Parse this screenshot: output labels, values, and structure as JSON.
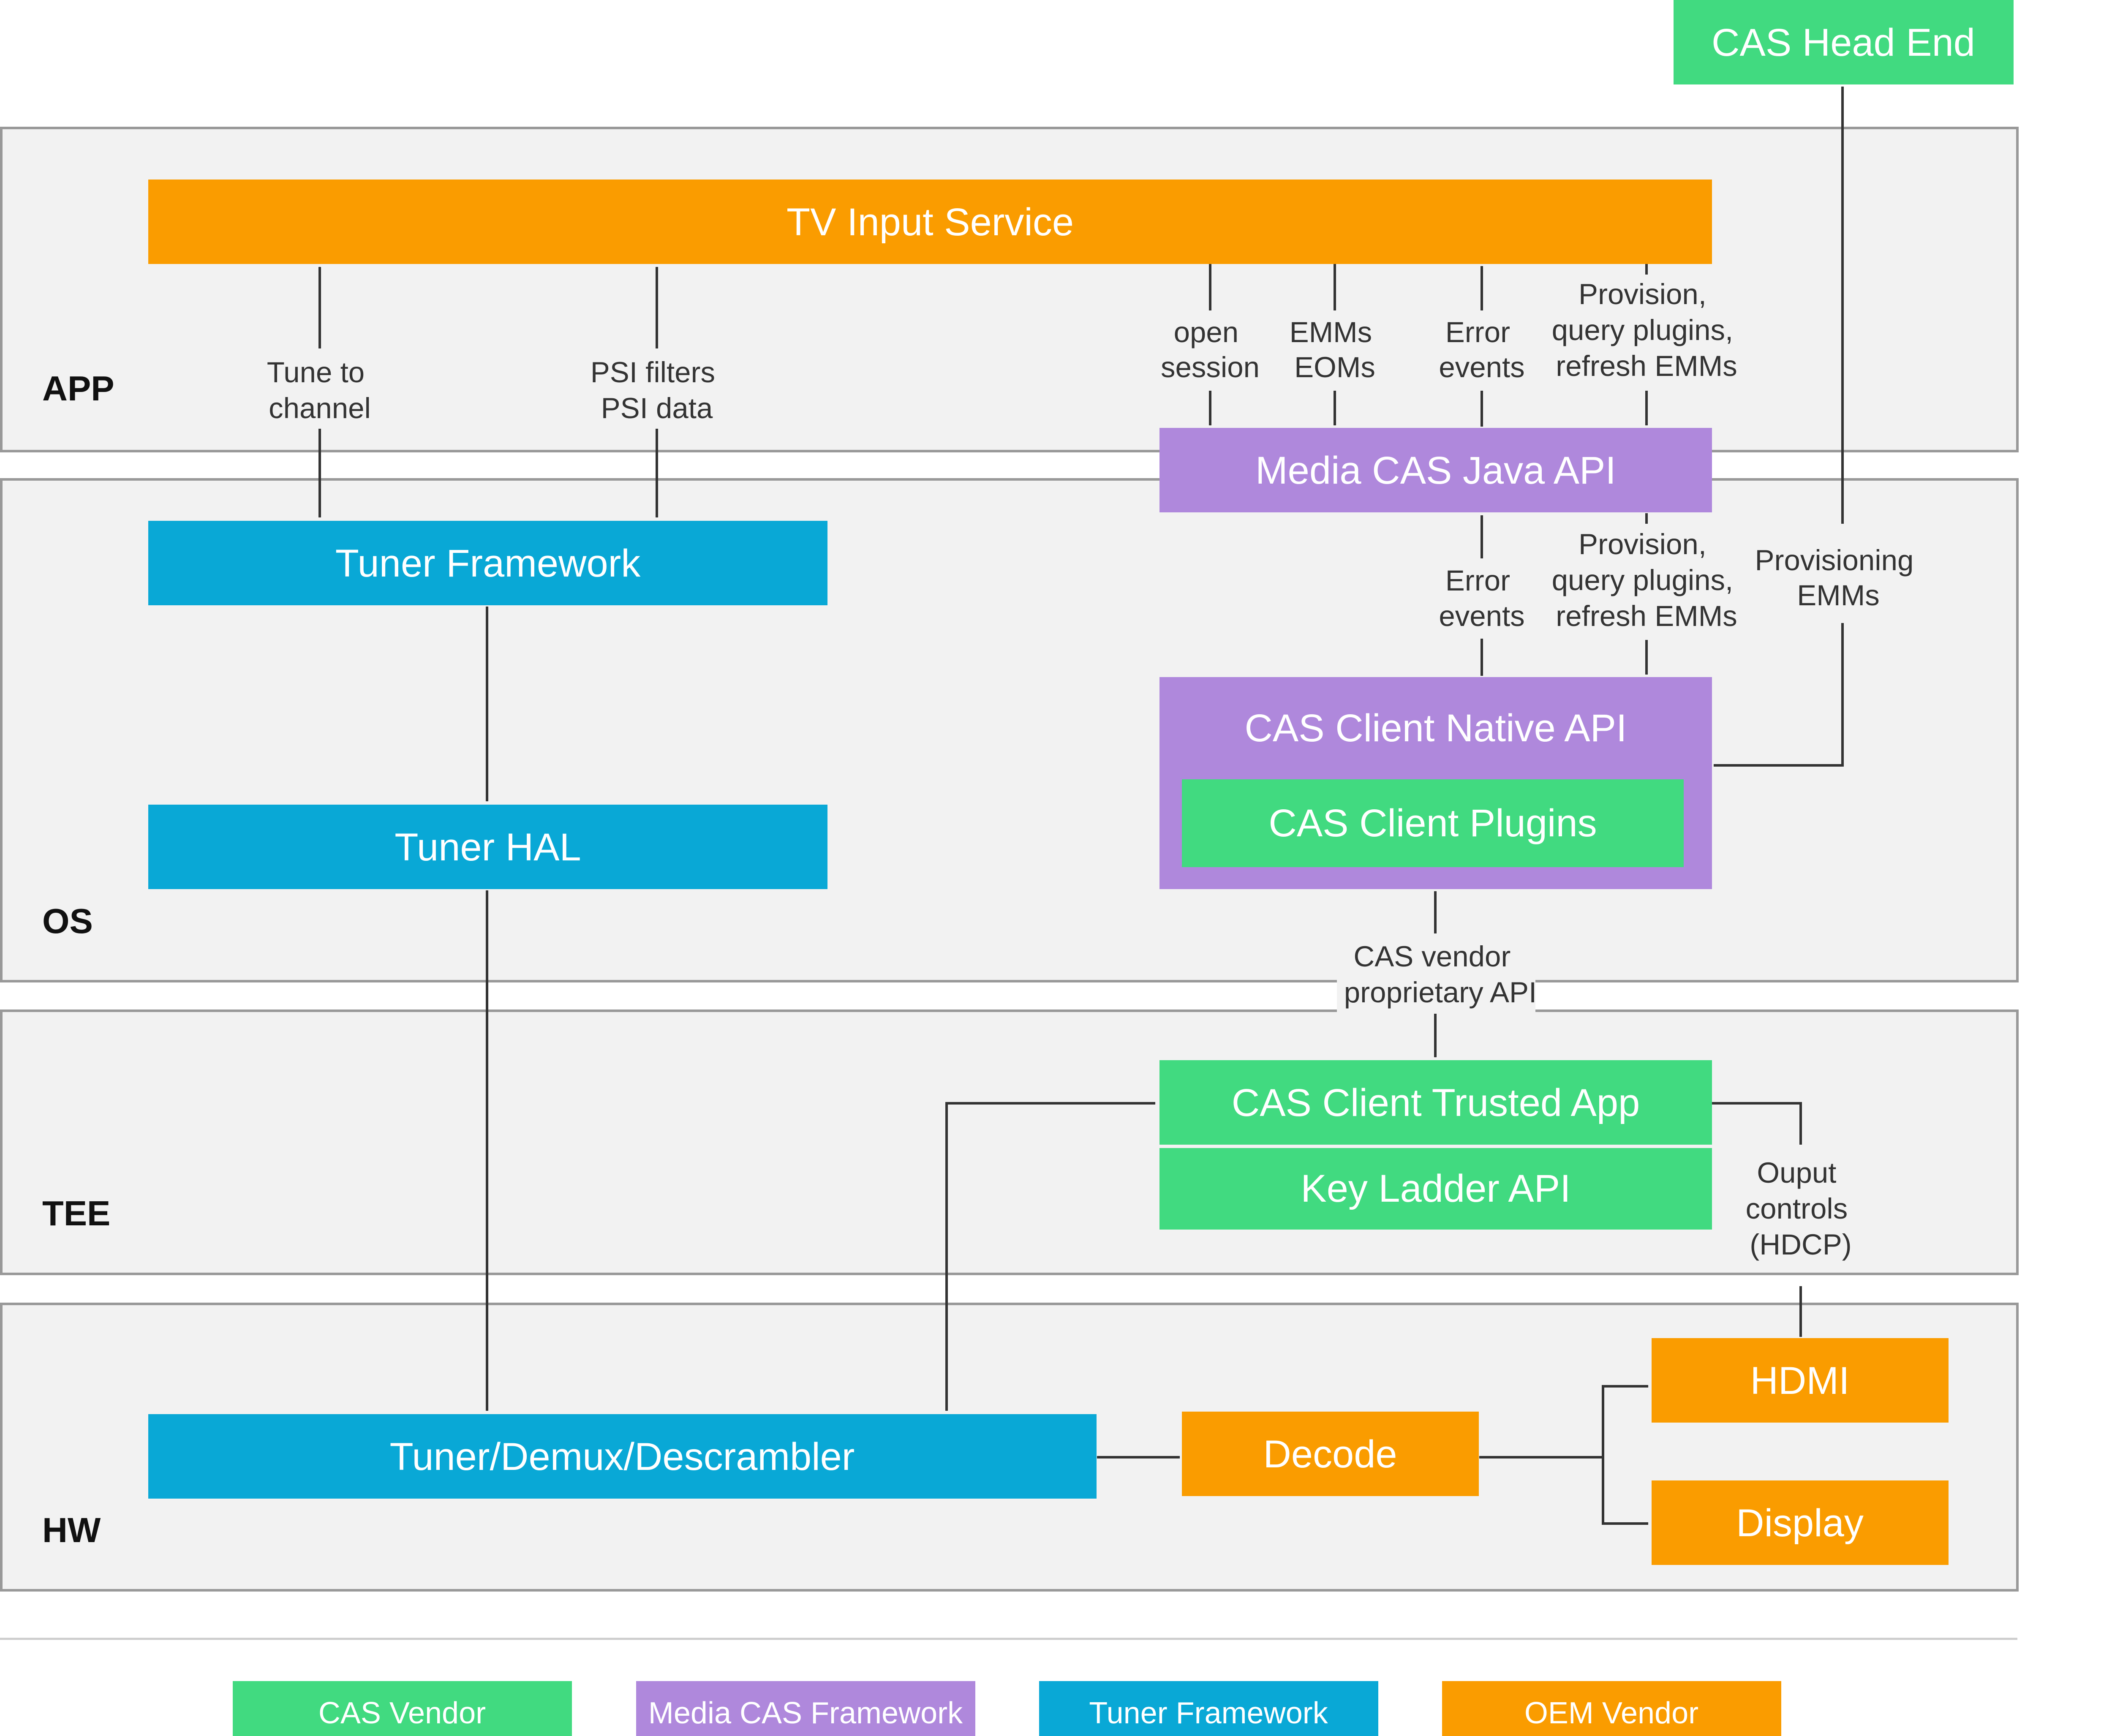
{
  "colors": {
    "cas_vendor": "#41da80",
    "media_cas": "#af88dc",
    "tuner": "#09a8d6",
    "oem": "#fa9c00"
  },
  "layers": {
    "app": "APP",
    "os": "OS",
    "tee": "TEE",
    "hw": "HW"
  },
  "boxes": {
    "cas_head_end": "CAS Head End",
    "tv_input_service": "TV Input Service",
    "media_cas_java_api": "Media CAS Java API",
    "tuner_framework": "Tuner Framework",
    "cas_client_native_api": "CAS Client Native API",
    "cas_client_plugins": "CAS Client Plugins",
    "tuner_hal": "Tuner HAL",
    "cas_client_trusted_app": "CAS Client Trusted App",
    "key_ladder_api": "Key Ladder API",
    "tuner_demux_descrambler": "Tuner/Demux/Descrambler",
    "decode": "Decode",
    "hdmi": "HDMI",
    "display": "Display"
  },
  "edges": {
    "tune_to_channel": [
      "Tune to",
      "channel"
    ],
    "psi": [
      "PSI filters",
      "PSI data"
    ],
    "open_session": [
      "open",
      "session"
    ],
    "emms_eoms": [
      "EMMs",
      "EOMs"
    ],
    "error_events_app": [
      "Error",
      "events"
    ],
    "provision_app": [
      "Provision,",
      "query plugins,",
      "refresh EMMs"
    ],
    "error_events_os": [
      "Error",
      "events"
    ],
    "provision_os": [
      "Provision,",
      "query plugins,",
      "refresh EMMs"
    ],
    "provisioning_emms": [
      "Provisioning",
      "EMMs"
    ],
    "cas_vendor_api": [
      "CAS vendor",
      "proprietary API"
    ],
    "output_controls": [
      "Ouput",
      "controls",
      "(HDCP)"
    ]
  },
  "legend": [
    {
      "label": "CAS Vendor",
      "color": "#41da80"
    },
    {
      "label": "Media CAS Framework",
      "color": "#af88dc"
    },
    {
      "label": "Tuner Framework",
      "color": "#09a8d6"
    },
    {
      "label": "OEM Vendor",
      "color": "#fa9c00"
    }
  ]
}
